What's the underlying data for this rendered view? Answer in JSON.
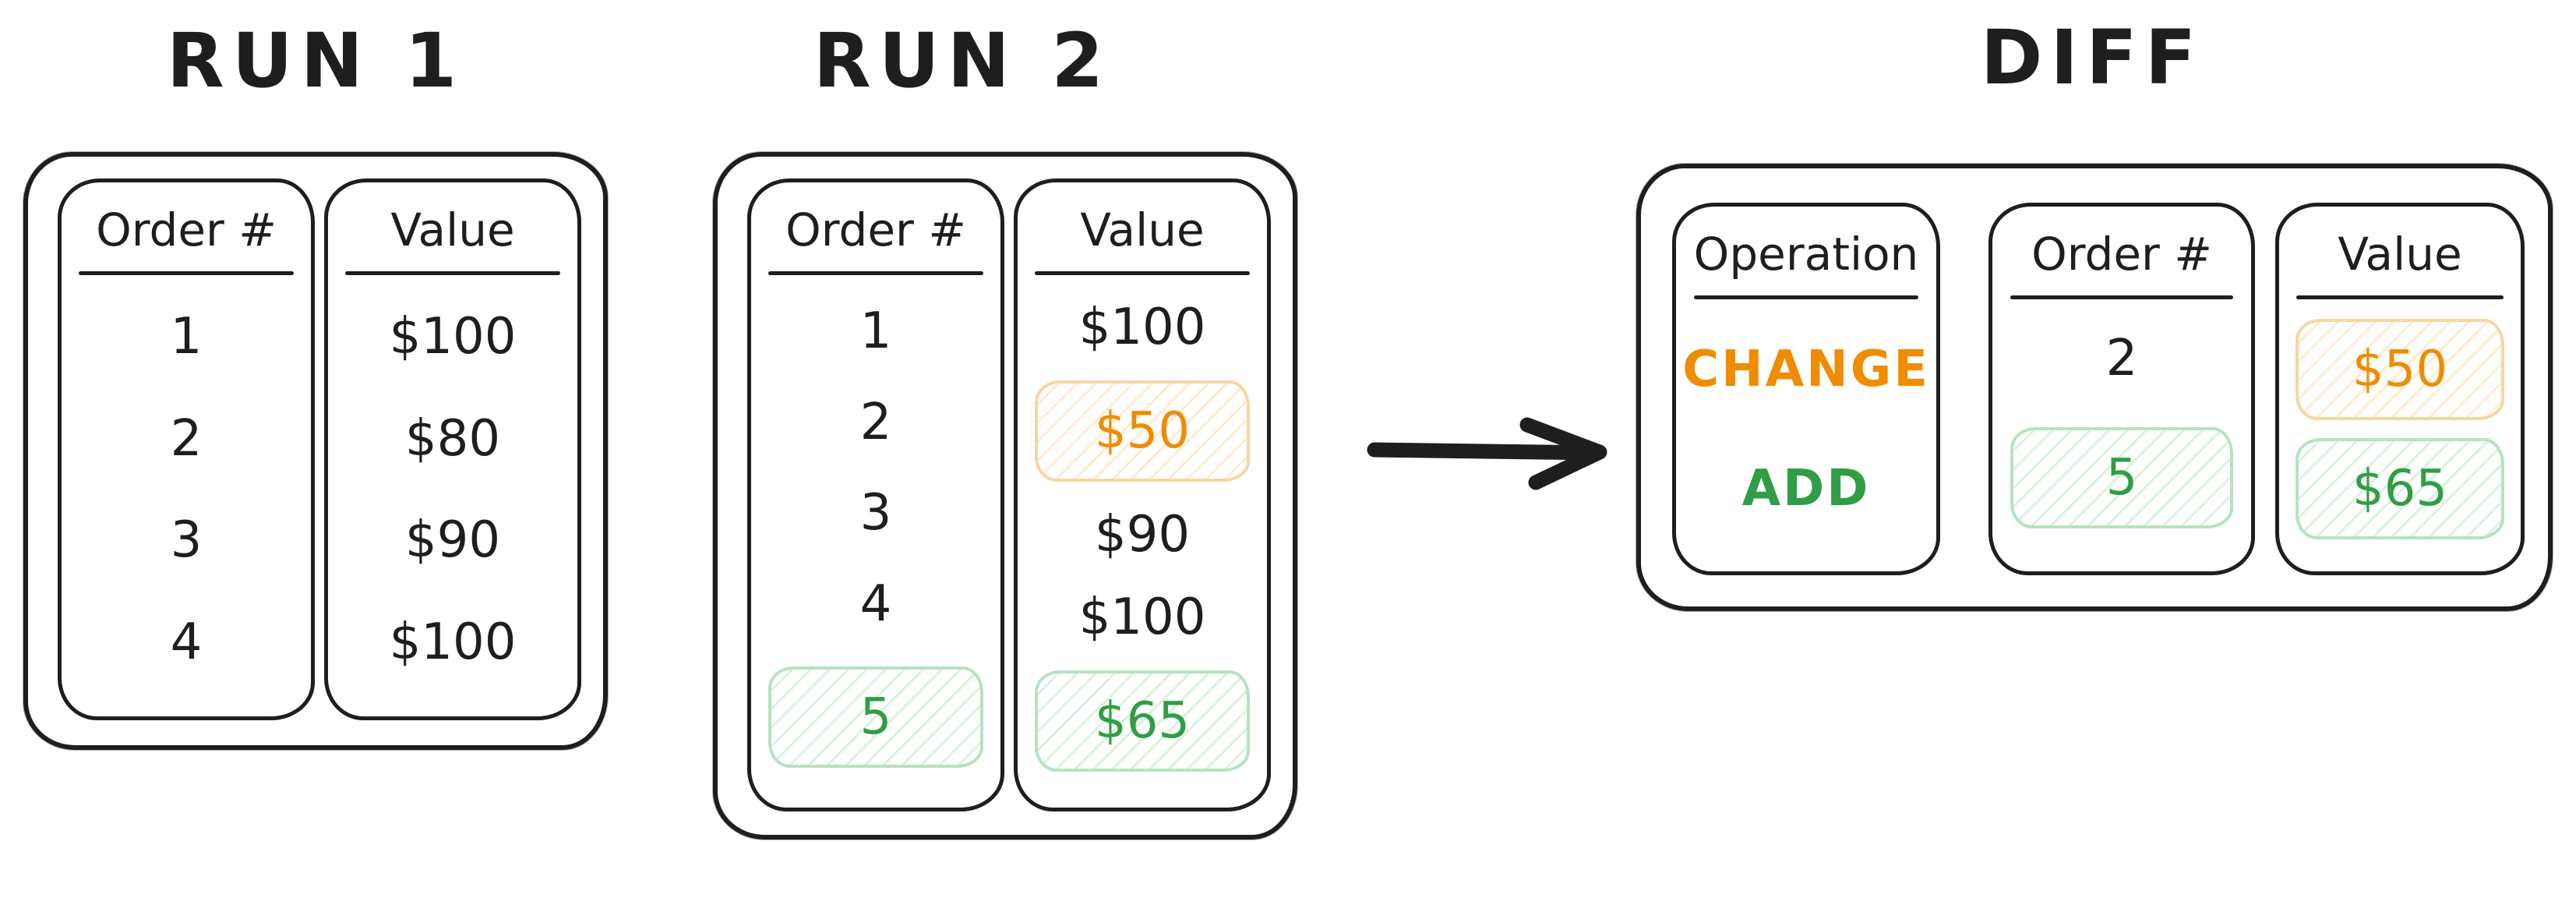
{
  "colors": {
    "ink": "#1e1e1e",
    "orange_text": "#f08c00",
    "orange_highlight_border": "#f6d6a1",
    "green_text": "#2f9e44",
    "green_highlight_border": "#b4e3c1",
    "background": "#ffffff"
  },
  "run1": {
    "title": "RUN 1",
    "columns": [
      {
        "header": "Order #",
        "cells": [
          {
            "text": "1"
          },
          {
            "text": "2"
          },
          {
            "text": "3"
          },
          {
            "text": "4"
          }
        ]
      },
      {
        "header": "Value",
        "cells": [
          {
            "text": "$100"
          },
          {
            "text": "$80"
          },
          {
            "text": "$90"
          },
          {
            "text": "$100"
          }
        ]
      }
    ]
  },
  "run2": {
    "title": "RUN 2",
    "columns": [
      {
        "header": "Order #",
        "cells": [
          {
            "text": "1"
          },
          {
            "text": "2"
          },
          {
            "text": "3"
          },
          {
            "text": "4"
          },
          {
            "text": "5",
            "highlight": "green"
          }
        ]
      },
      {
        "header": "Value",
        "cells": [
          {
            "text": "$100"
          },
          {
            "text": "$50",
            "highlight": "orange"
          },
          {
            "text": "$90"
          },
          {
            "text": "$100"
          },
          {
            "text": "$65",
            "highlight": "green"
          }
        ]
      }
    ]
  },
  "diff": {
    "title": "DIFF",
    "columns": [
      {
        "header": "Operation",
        "cells": [
          {
            "text": "CHANGE",
            "color": "orange"
          },
          {
            "text": "ADD",
            "color": "green"
          }
        ]
      },
      {
        "header": "Order #",
        "cells": [
          {
            "text": "2"
          },
          {
            "text": "5",
            "highlight": "green"
          }
        ]
      },
      {
        "header": "Value",
        "cells": [
          {
            "text": "$50",
            "highlight": "orange"
          },
          {
            "text": "$65",
            "highlight": "green"
          }
        ]
      }
    ]
  },
  "arrow": {
    "meaning": "run2-to-diff"
  }
}
